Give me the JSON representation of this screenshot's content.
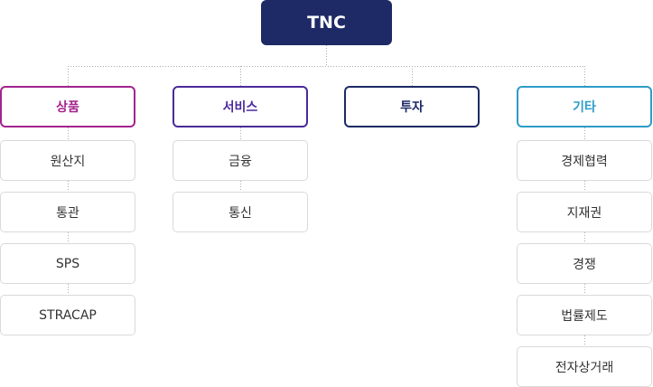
{
  "root": {
    "label": "TNC",
    "color": "#1d2a66"
  },
  "categories": [
    {
      "key": "product",
      "label": "상품",
      "color": "#a3238e",
      "items": [
        "원산지",
        "통관",
        "SPS",
        "STRACAP"
      ]
    },
    {
      "key": "service",
      "label": "서비스",
      "color": "#4b2a9a",
      "items": [
        "금융",
        "통신"
      ]
    },
    {
      "key": "investment",
      "label": "투자",
      "color": "#1d2a66",
      "items": []
    },
    {
      "key": "etc",
      "label": "기타",
      "color": "#2d9cc7",
      "items": [
        "경제협력",
        "지재권",
        "경쟁",
        "법률제도",
        "전자상거래"
      ]
    }
  ]
}
